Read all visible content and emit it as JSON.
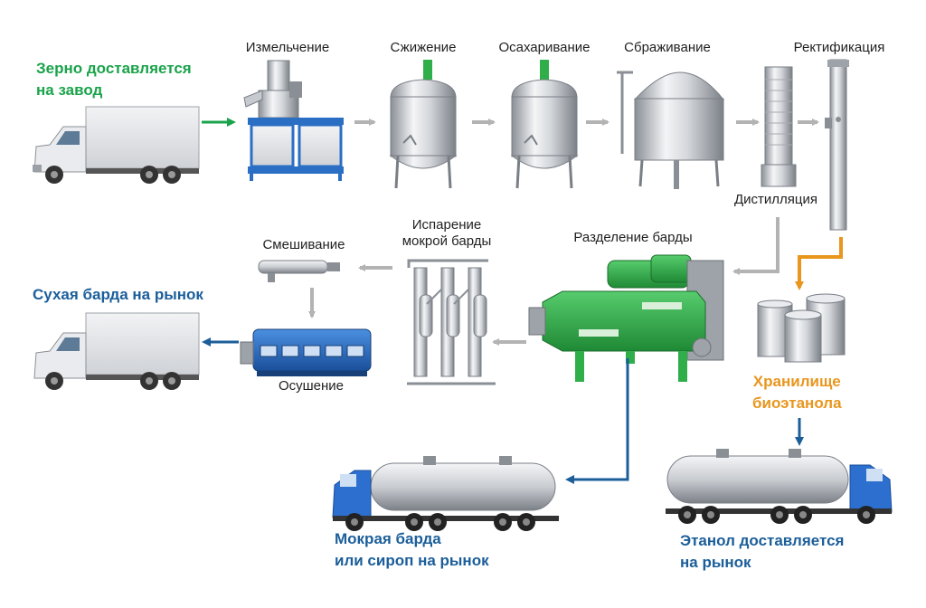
{
  "start": {
    "line1": "Зерно доставляется",
    "line2": "на завод"
  },
  "steps": {
    "milling": "Измельчение",
    "liquefaction": "Сжижение",
    "saccharification": "Осахаривание",
    "fermentation": "Сбраживание",
    "rectification": "Ректификация",
    "distillation": "Дистилляция",
    "stillage_separation": "Разделение барды",
    "evaporation": {
      "line1": "Испарение",
      "line2": "мокрой барды"
    },
    "mixing": "Смешивание",
    "drying": "Осушение"
  },
  "outputs": {
    "dry_stillage": "Сухая барда на рынок",
    "storage": {
      "line1": "Хранилище",
      "line2": "биоэтанола"
    },
    "wet_stillage": {
      "line1": "Мокрая барда",
      "line2": "или сироп на рынок"
    },
    "ethanol": {
      "line1": "Этанол доставляется",
      "line2": "на рынок"
    }
  },
  "colors": {
    "green_text": "#1aa34a",
    "blue_text": "#1b5e9a",
    "orange_text": "#e8961e",
    "arrow_gray": "#b3b3b3",
    "arrow_orange": "#e8961e",
    "arrow_blue": "#1b5e9a",
    "arrow_green": "#1aa34a",
    "machine_blue": "#2a6fc4",
    "machine_green": "#2fae4a",
    "truck_cab_blue": "#2d6fcf"
  }
}
